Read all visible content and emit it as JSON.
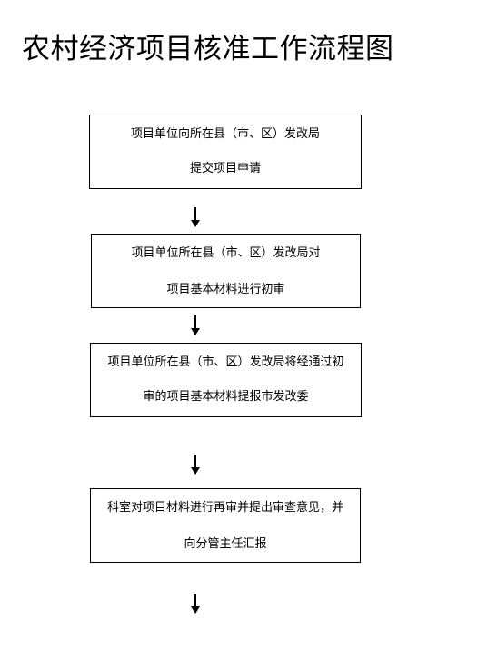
{
  "title": "农村经济项目核准工作流程图",
  "steps": [
    {
      "line1": "项目单位向所在县（市、区）发改局",
      "line2": "提交项目申请"
    },
    {
      "line1": "项目单位所在县（市、区）发改局对",
      "line2": "项目基本材料进行初审"
    },
    {
      "line1": "项目单位所在县（市、区）发改局将经通过初",
      "line2": "审的项目基本材料提报市发改委"
    },
    {
      "line1": "科室对项目材料进行再审并提出审查意见，并",
      "line2": "向分管主任汇报"
    }
  ]
}
